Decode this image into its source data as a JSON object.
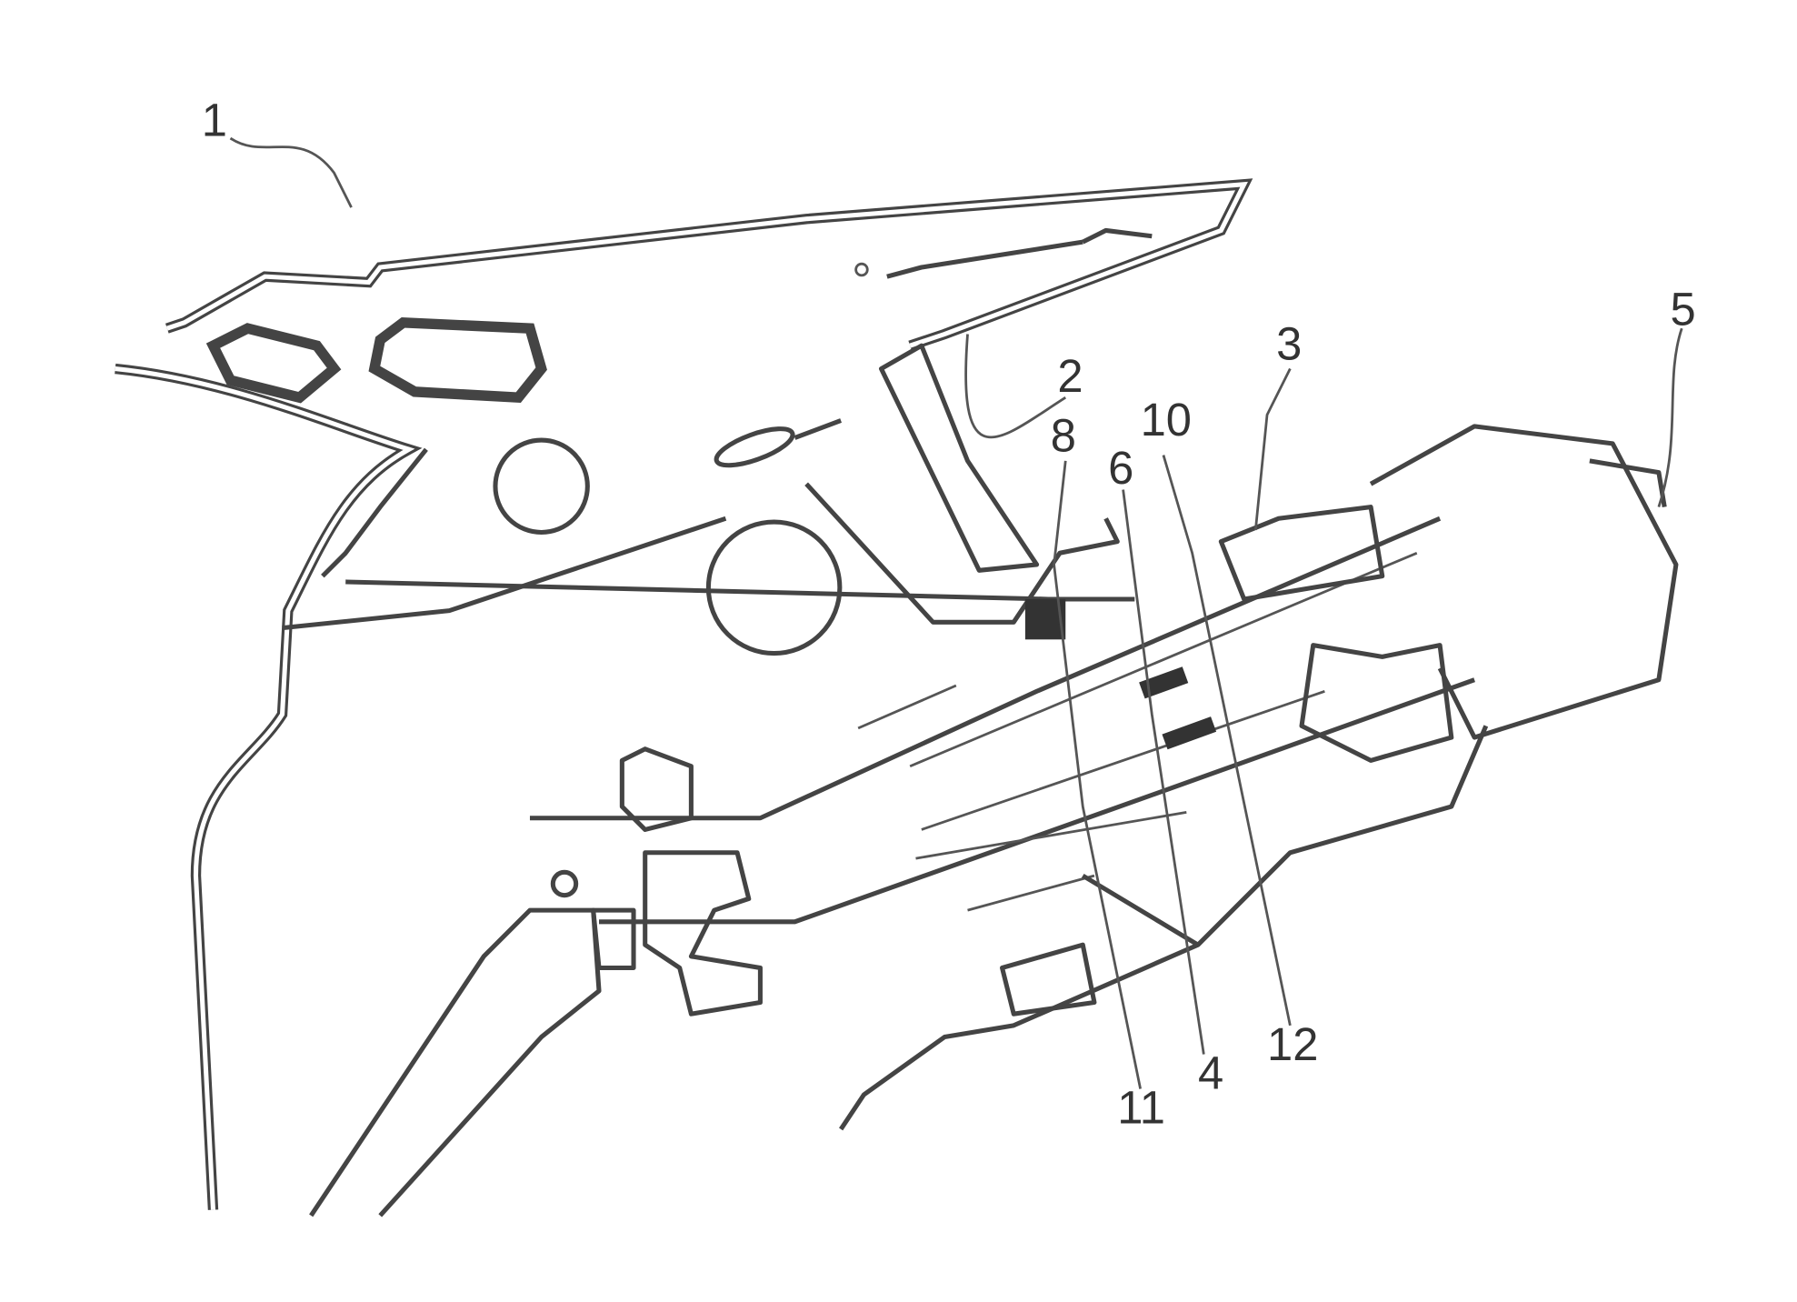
{
  "figure": {
    "reference_numerals": {
      "assembly": "1",
      "part_2": "2",
      "part_3": "3",
      "part_4": "4",
      "part_5": "5",
      "part_6": "6",
      "part_8": "8",
      "part_10": "10",
      "part_11": "11",
      "part_12": "12"
    }
  }
}
